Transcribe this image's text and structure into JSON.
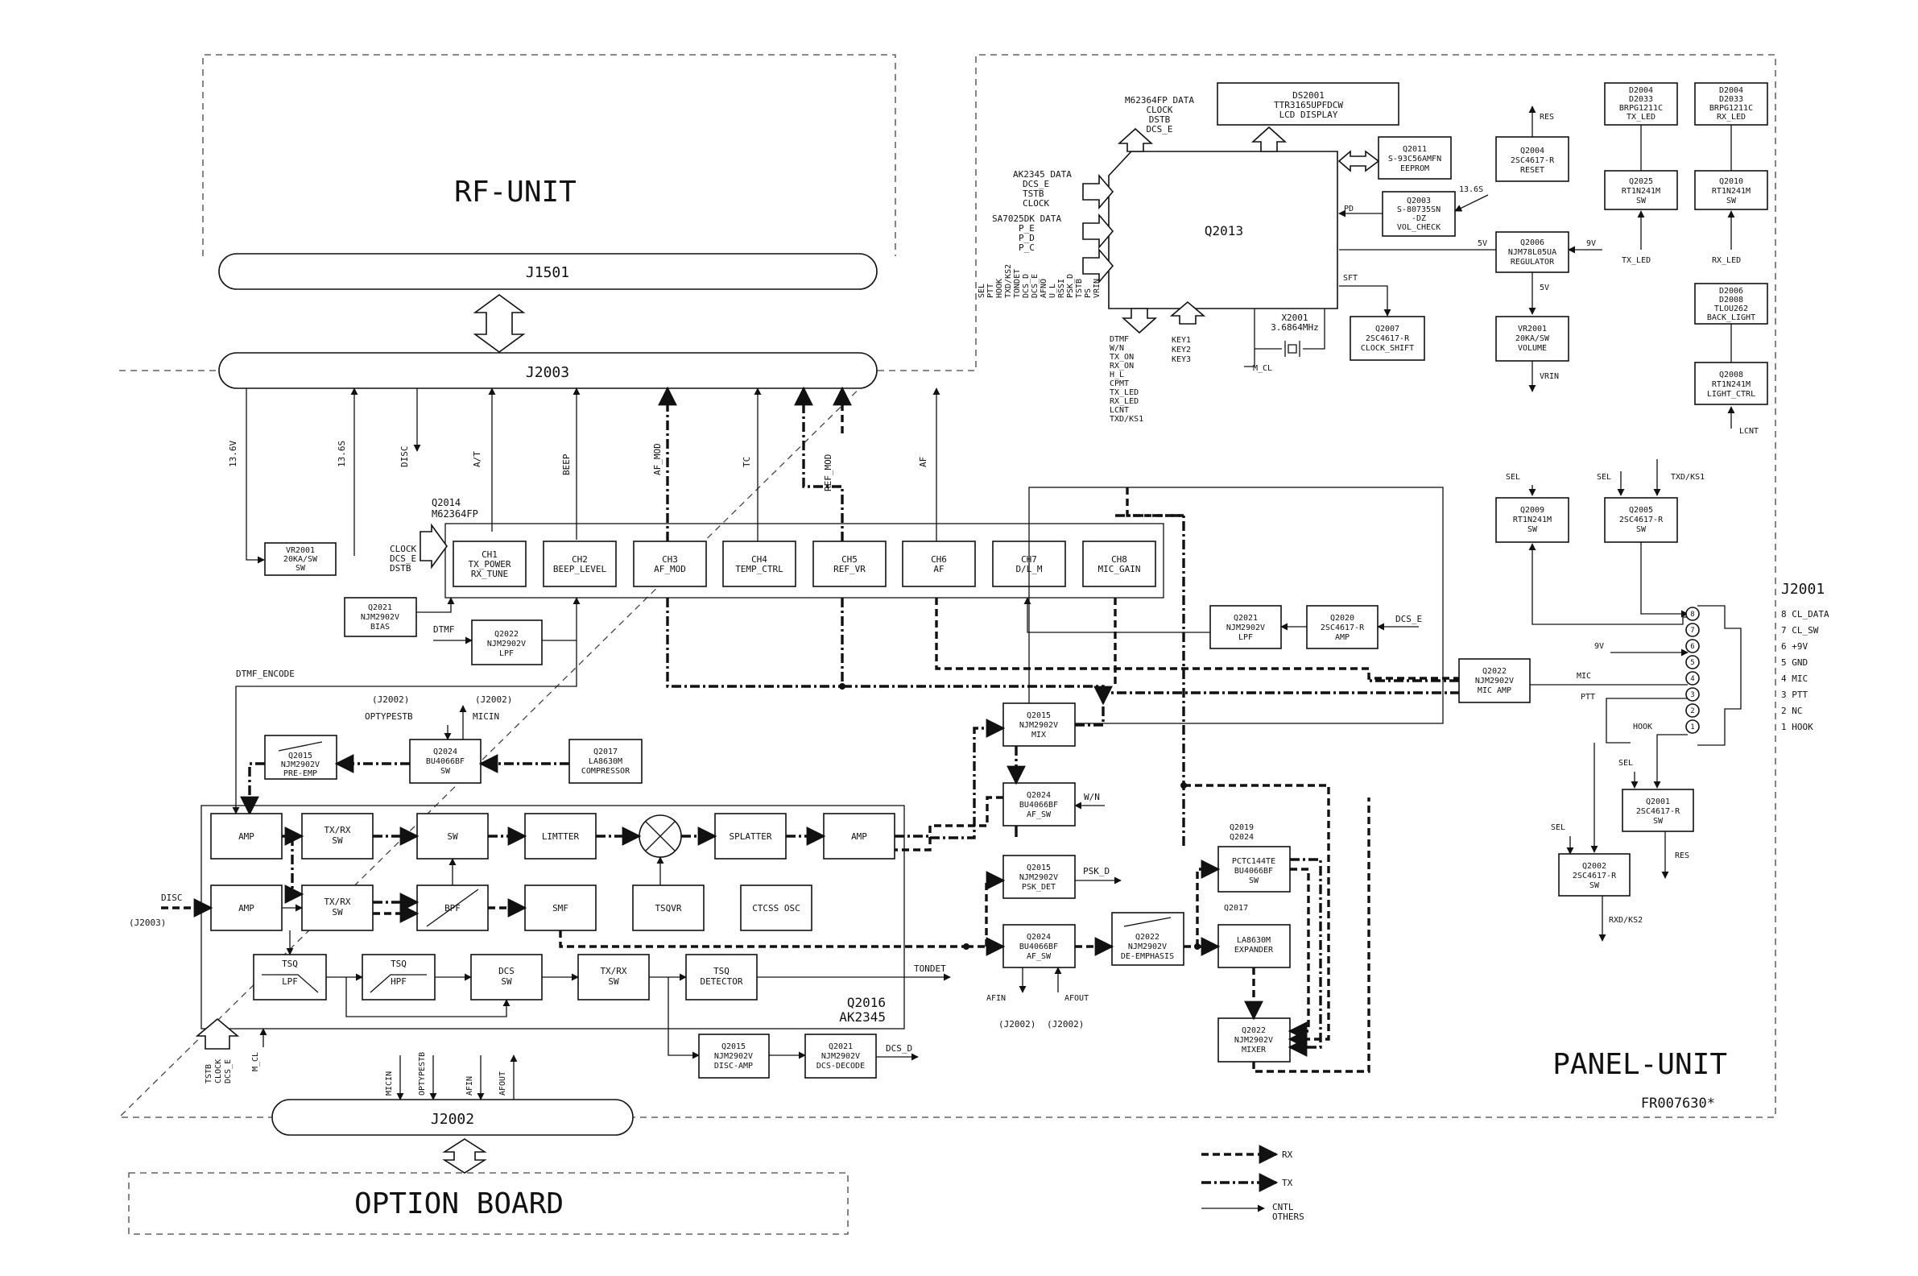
{
  "units": {
    "rf_unit": "RF-UNIT",
    "panel_unit": "PANEL-UNIT",
    "option_board": "OPTION BOARD",
    "fig_id": "FR007630*"
  },
  "connectors": {
    "j1501": "J1501",
    "j2003": "J2003",
    "j2002": "J2002",
    "j2001": "J2001"
  },
  "j2003_signals": [
    "13.6V",
    "13.6S",
    "DISC",
    "A/T",
    "BEEP",
    "AF_MOD",
    "TC",
    "REF_MOD",
    "AF"
  ],
  "dac": {
    "title": [
      "Q2014",
      "M62364FP"
    ],
    "inputs": [
      "CLOCK",
      "DCS_E",
      "DSTB"
    ],
    "channels": [
      {
        "ch": "CH1",
        "fn": "TX_POWER",
        "fn2": "RX_TUNE"
      },
      {
        "ch": "CH2",
        "fn": "BEEP_LEVEL",
        "fn2": ""
      },
      {
        "ch": "CH3",
        "fn": "AF_MOD",
        "fn2": ""
      },
      {
        "ch": "CH4",
        "fn": "TEMP_CTRL",
        "fn2": ""
      },
      {
        "ch": "CH5",
        "fn": "REF_VR",
        "fn2": ""
      },
      {
        "ch": "CH6",
        "fn": "AF",
        "fn2": ""
      },
      {
        "ch": "CH7",
        "fn": "D/L_M",
        "fn2": ""
      },
      {
        "ch": "CH8",
        "fn": "MIC_GAIN",
        "fn2": ""
      }
    ]
  },
  "blocks": {
    "vr2001a": [
      "VR2001",
      "20KA/SW",
      "SW"
    ],
    "q2021_bias": [
      "Q2021",
      "NJM2902V",
      "BIAS"
    ],
    "q2022_lpf": [
      "Q2022",
      "NJM2902V",
      "LPF"
    ],
    "q2021_lpf": [
      "Q2021",
      "NJM2902V",
      "LPF"
    ],
    "q2020": [
      "Q2020",
      "2SC4617-R",
      "AMP"
    ],
    "q2022_micamp": [
      "Q2022",
      "NJM2902V",
      "MIC AMP"
    ],
    "q2015_preemp": [
      "Q2015",
      "NJM2902V",
      "PRE-EMP"
    ],
    "q2024_sw": [
      "Q2024",
      "BU4066BF",
      "SW"
    ],
    "q2017_comp": [
      "Q2017",
      "LA8630M",
      "COMPRESSOR"
    ],
    "q2015_mix": [
      "Q2015",
      "NJM2902V",
      "MIX"
    ],
    "q2024_afsw1": [
      "Q2024",
      "BU4066BF",
      "AF_SW"
    ],
    "q2015_pskdet": [
      "Q2015",
      "NJM2902V",
      "PSK_DET"
    ],
    "q2024_afsw2": [
      "Q2024",
      "BU4066BF",
      "AF_SW"
    ],
    "q2022_deemp": [
      "Q2022",
      "NJM2902V",
      "DE-EMPHASIS"
    ],
    "q2019": [
      "PCTC144TE",
      "BU4066BF",
      "SW"
    ],
    "q2019_title": [
      "Q2019",
      "Q2024"
    ],
    "q2017_exp": [
      "LA8630M",
      "EXPANDER"
    ],
    "q2017_title": "Q2017",
    "q2022_mixer": [
      "Q2022",
      "NJM2902V",
      "MIXER"
    ],
    "q2015_discamp": [
      "Q2015",
      "NJM2902V",
      "DISC-AMP"
    ],
    "q2021_dcsdec": [
      "Q2021",
      "NJM2902V",
      "DCS-DECODE"
    ]
  },
  "ak2345": {
    "title": [
      "Q2016",
      "AK2345"
    ],
    "amp1": "AMP",
    "amp2": "AMP",
    "txrx1": [
      "TX/RX",
      "SW"
    ],
    "txrx2": [
      "TX/RX",
      "SW"
    ],
    "sw": "SW",
    "limiter": "LIMTTER",
    "splatter": "SPLATTER",
    "amp3": "AMP",
    "bpf": "BPF",
    "smf": "SMF",
    "tsqvr": "TSQVR",
    "ctcss": "CTCSS OSC",
    "tsq_lpf": [
      "TSQ",
      "LPF"
    ],
    "tsq_hpf": [
      "TSQ",
      "HPF"
    ],
    "dcs_sw": [
      "DCS",
      "SW"
    ],
    "txrx3": [
      "TX/RX",
      "SW"
    ],
    "tsq_det": [
      "TSQ",
      "DETECTOR"
    ],
    "tondet": "TONDET"
  },
  "control": {
    "q2013": "Q2013",
    "ds2001": [
      "DS2001",
      "TTR3165UPFDCW",
      "LCD DISPLAY"
    ],
    "m62364": [
      "M62364FP DATA",
      "CLOCK",
      "DSTB",
      "DCS_E"
    ],
    "ak2345_lines": [
      "AK2345 DATA",
      "DCS_E",
      "TSTB",
      "CLOCK"
    ],
    "sa7025": [
      "SA7025DK DATA",
      "P_E",
      "P_D",
      "P_C"
    ],
    "left_pins": [
      "SEL",
      "PTT",
      "HOOK",
      "TXD/KS2",
      "TONDET",
      "DCS_D",
      "DCS_E",
      "AFNO",
      "U_L",
      "RSSI",
      "PSK_D",
      "TSTB",
      "PS",
      "VRIN"
    ],
    "bottom_pins": [
      "DTMF",
      "W/N",
      "TX_ON",
      "RX_ON",
      "H_L",
      "CPMT",
      "TX_LED",
      "RX_LED",
      "LCNT",
      "TXD/KS1"
    ],
    "keys": [
      "KEY1",
      "KEY2",
      "KEY3"
    ],
    "xtal": [
      "X2001",
      "3.6864MHz"
    ],
    "m_cl": "M_CL",
    "q2011": [
      "Q2011",
      "S-93C56AMFN",
      "EEPROM"
    ],
    "q2003": [
      "Q2003",
      "S-80735SN",
      "-DZ",
      "VOL_CHECK"
    ],
    "pd": "PD",
    "sft": "SFT",
    "q2007": [
      "Q2007",
      "2SC4617-R",
      "CLOCK_SHIFT"
    ],
    "q2004": [
      "Q2004",
      "2SC4617-R",
      "RESET"
    ],
    "res": "RES",
    "v136s": "13.6S",
    "q2006": [
      "Q2006",
      "NJM78L05UA",
      "REGULATOR"
    ],
    "v5": "5V",
    "v9": "9V",
    "vr2001b": [
      "VR2001",
      "20KA/SW",
      "VOLUME"
    ],
    "vrin": "VRIN",
    "d2004a": [
      "D2004",
      "D2033",
      "BRPG1211C",
      "TX_LED"
    ],
    "d2004b": [
      "D2004",
      "D2033",
      "BRPG1211C",
      "RX_LED"
    ],
    "q2025": [
      "Q2025",
      "RT1N241M",
      "SW"
    ],
    "q2010": [
      "Q2010",
      "RT1N241M",
      "SW"
    ],
    "tx_led": "TX_LED",
    "rx_led": "RX_LED",
    "d2006": [
      "D2006",
      "D2008",
      "TLOU262",
      "BACK_LIGHT"
    ],
    "q2008": [
      "Q2008",
      "RT1N241M",
      "LIGHT_CTRL"
    ],
    "lcnt": "LCNT",
    "q2009": [
      "Q2009",
      "RT1N241M",
      "SW"
    ],
    "q2005": [
      "Q2005",
      "2SC4617-R",
      "SW"
    ],
    "sel": "SEL",
    "txd_ks1": "TXD/KS1",
    "q2001": [
      "Q2001",
      "2SC4617-R",
      "SW"
    ],
    "q2002": [
      "Q2002",
      "2SC4617-R",
      "SW"
    ],
    "hook": "HOOK",
    "rxd_ks2": "RXD/KS2"
  },
  "j2001_pins": [
    "8 CL_DATA",
    "7 CL_SW",
    "6 +9V",
    "5 GND",
    "4 MIC",
    "3 PTT",
    "2 NC",
    "1 HOOK"
  ],
  "labels": {
    "dtmf": "DTMF",
    "dtmf_encode": "DTMF_ENCODE",
    "dcs_e": "DCS_E",
    "j2002_ref": "(J2002)",
    "j2003_ref": "(J2003)",
    "optypestb": "OPTYPESTB",
    "micin": "MICIN",
    "disc": "DISC",
    "w_n": "W/N",
    "psk_d": "PSK_D",
    "afin": "AFIN",
    "afout": "AFOUT",
    "dcs_d": "DCS_D",
    "mic": "MIC",
    "ptt": "PTT",
    "v9": "9V",
    "hook": "HOOK",
    "sel": "SEL",
    "res": "RES",
    "j2002_sigs": [
      "MICIN",
      "OPTYPESTB",
      "AFIN",
      "AFOUT"
    ],
    "ak_inputs": [
      "TSTB",
      "CLOCK",
      "DCS_E"
    ],
    "m_cl": "M_CL"
  },
  "legend": {
    "rx": "RX",
    "tx": "TX",
    "cntl": [
      "CNTL",
      "OTHERS"
    ]
  }
}
